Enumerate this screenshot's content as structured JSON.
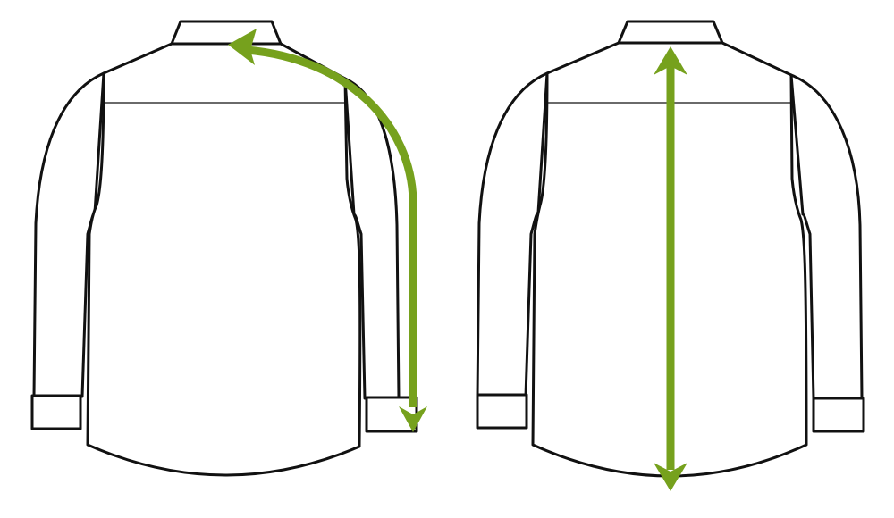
{
  "colors": {
    "background": "#ffffff",
    "outline": "#111111",
    "measure": "#76a11d"
  },
  "figures": [
    {
      "name": "shirt-back-sleeve-length",
      "measurement": "sleeve-length",
      "arrow": "curved"
    },
    {
      "name": "shirt-back-body-length",
      "measurement": "back-length",
      "arrow": "double-headed-vertical"
    }
  ]
}
